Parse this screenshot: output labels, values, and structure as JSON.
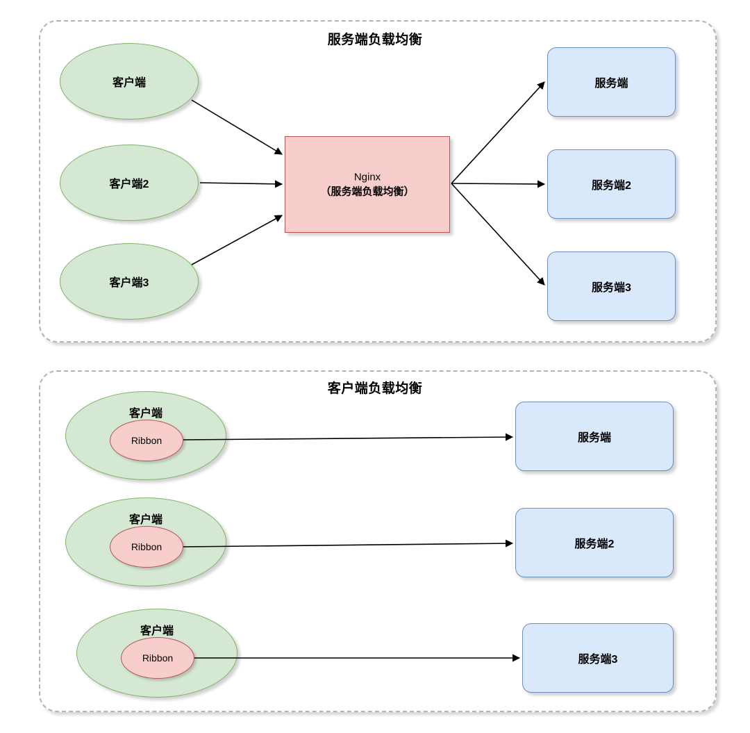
{
  "diagram": {
    "title_server_side": "服务端负载均衡",
    "title_client_side": "客户端负载均衡",
    "colors": {
      "client_fill": "#d5e8d4",
      "client_stroke": "#82b366",
      "server_fill": "#dae8fc",
      "server_stroke": "#6c8ebf",
      "nginx_fill": "#f8cecc",
      "nginx_stroke": "#b85450",
      "ribbon_fill": "#f8cecc",
      "ribbon_stroke": "#b85450",
      "group_border": "#b3b3b3",
      "edge": "#000000",
      "background": "#ffffff"
    },
    "server_side": {
      "title": "服务端负载均衡",
      "clients": [
        {
          "label": "客户端"
        },
        {
          "label": "客户端2"
        },
        {
          "label": "客户端3"
        }
      ],
      "balancer": {
        "line1": "Nginx",
        "line2": "（服务端负载均衡）"
      },
      "servers": [
        {
          "label": "服务端"
        },
        {
          "label": "服务端2"
        },
        {
          "label": "服务端3"
        }
      ]
    },
    "client_side": {
      "title": "客户端负载均衡",
      "rows": [
        {
          "client_label": "客户端",
          "ribbon_label": "Ribbon",
          "server_label": "服务端"
        },
        {
          "client_label": "客户端",
          "ribbon_label": "Ribbon",
          "server_label": "服务端2"
        },
        {
          "client_label": "客户端",
          "ribbon_label": "Ribbon",
          "server_label": "服务端3"
        }
      ]
    }
  }
}
